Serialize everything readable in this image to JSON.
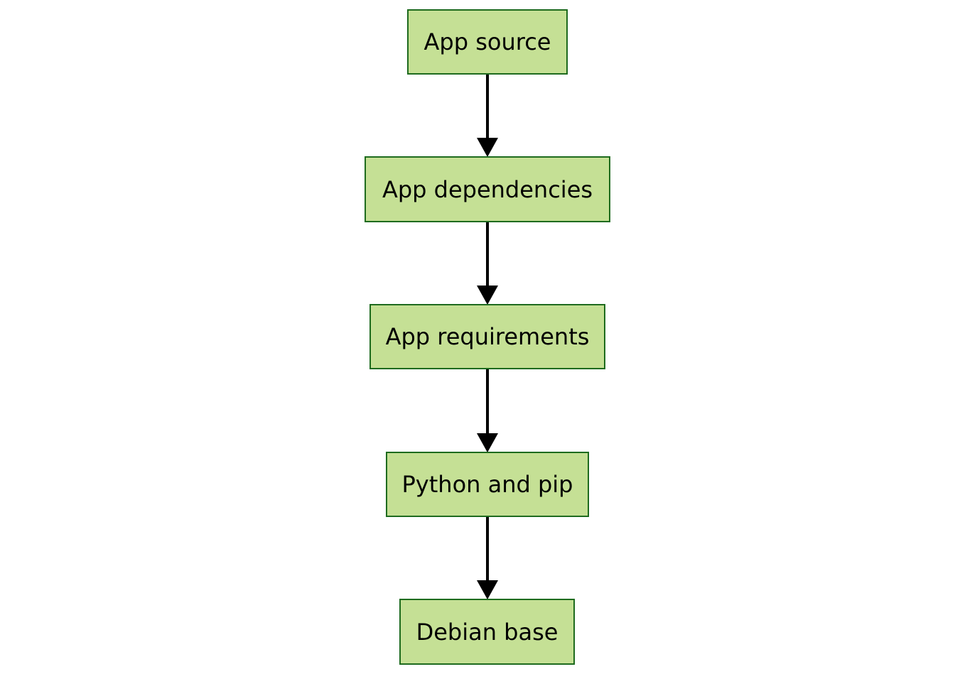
{
  "diagram": {
    "nodes": [
      {
        "id": "app-source",
        "label": "App source"
      },
      {
        "id": "app-dependencies",
        "label": "App dependencies"
      },
      {
        "id": "app-requirements",
        "label": "App requirements"
      },
      {
        "id": "python-and-pip",
        "label": "Python and pip"
      },
      {
        "id": "debian-base",
        "label": "Debian base"
      }
    ],
    "edges": [
      {
        "from": "app-source",
        "to": "app-dependencies"
      },
      {
        "from": "app-dependencies",
        "to": "app-requirements"
      },
      {
        "from": "app-requirements",
        "to": "python-and-pip"
      },
      {
        "from": "python-and-pip",
        "to": "debian-base"
      }
    ],
    "colors": {
      "node_fill": "#c5e095",
      "node_border": "#1e6b1e",
      "edge": "#000000"
    }
  }
}
